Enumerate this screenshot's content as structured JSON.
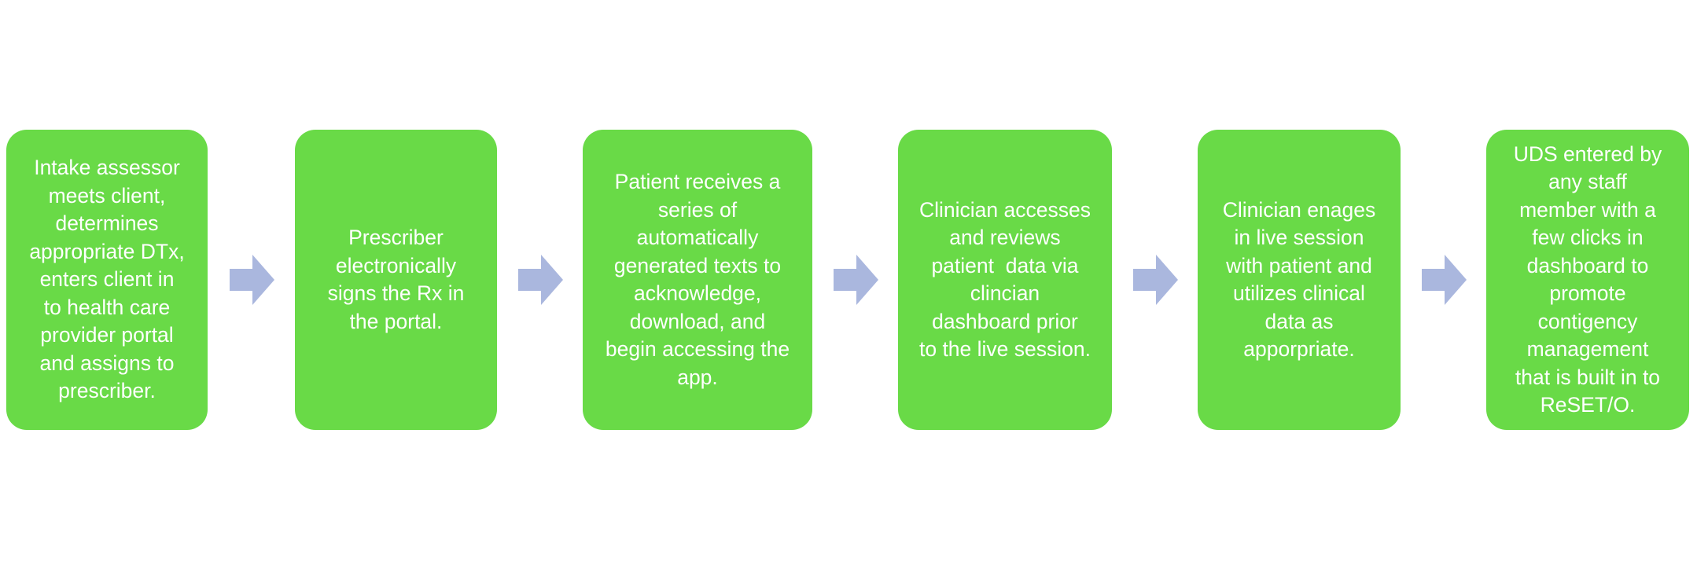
{
  "steps": [
    {
      "lines": [
        "Intake assessor",
        "meets client,",
        "determines",
        "appropriate DTx,",
        "enters client in",
        "to health care",
        "provider portal",
        "and assigns to",
        "prescriber."
      ]
    },
    {
      "lines": [
        "Prescriber",
        "electronically",
        "signs the Rx in",
        "the portal."
      ]
    },
    {
      "lines": [
        "Patient receives a",
        "series of",
        "automatically",
        "generated texts to",
        "acknowledge,",
        "download, and",
        "begin accessing the",
        "app."
      ]
    },
    {
      "lines": [
        "Clinician accesses",
        "and reviews",
        "patient  data via",
        "clincian",
        "dashboard prior",
        "to the live session."
      ]
    },
    {
      "lines": [
        "Clinician enages",
        "in live session",
        "with patient and",
        "utilizes clinical",
        "data as",
        "apporpriate."
      ]
    },
    {
      "lines": [
        "UDS entered by",
        "any staff",
        "member with a",
        "few clicks in",
        "dashboard to",
        "promote",
        "contigency",
        "management",
        "that is built in to",
        "ReSET/O."
      ]
    }
  ],
  "colors": {
    "box": "#69da47",
    "box_text": "#ffffff",
    "arrow": "#aab7de"
  },
  "arrow_icon": "right-arrow-icon"
}
